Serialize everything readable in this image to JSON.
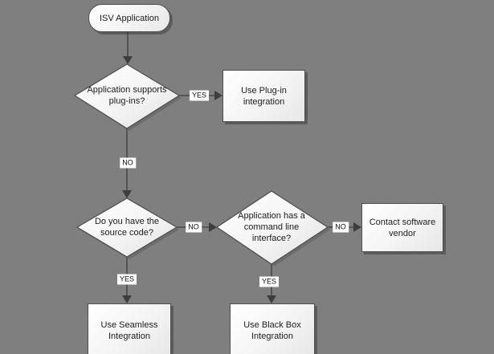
{
  "colors": {
    "background": "#7f7f7f",
    "shape_fill_top": "#ffffff",
    "shape_fill_bottom": "#e7e7e7",
    "shape_border": "#4e4e4e",
    "connector": "#3d3d3d",
    "shadow": "#5a5a5a",
    "label_background": "#ffffff",
    "text": "#1c1c1c"
  },
  "nodes": {
    "start": {
      "type": "terminator",
      "label": "ISV Application"
    },
    "plugins_decision": {
      "type": "decision",
      "lines": [
        "Application supports",
        "plug-ins?"
      ]
    },
    "source_decision": {
      "type": "decision",
      "lines": [
        "Do you have the",
        "source code?"
      ]
    },
    "cli_decision": {
      "type": "decision",
      "lines": [
        "Application has a",
        "command line",
        "interface?"
      ]
    },
    "plugin_box": {
      "type": "process",
      "lines": [
        "Use Plug-in",
        "integration"
      ]
    },
    "vendor_box": {
      "type": "process",
      "lines": [
        "Contact software",
        "vendor"
      ]
    },
    "seamless_box": {
      "type": "process",
      "lines": [
        "Use Seamless",
        "Integration"
      ]
    },
    "blackbox_box": {
      "type": "process",
      "lines": [
        "Use Black Box",
        "Integration"
      ]
    }
  },
  "edges": [
    {
      "from": "start",
      "to": "plugins_decision",
      "label": ""
    },
    {
      "from": "plugins_decision",
      "to": "plugin_box",
      "label": "YES"
    },
    {
      "from": "plugins_decision",
      "to": "source_decision",
      "label": "NO"
    },
    {
      "from": "source_decision",
      "to": "cli_decision",
      "label": "NO"
    },
    {
      "from": "source_decision",
      "to": "seamless_box",
      "label": "YES"
    },
    {
      "from": "cli_decision",
      "to": "vendor_box",
      "label": "NO"
    },
    {
      "from": "cli_decision",
      "to": "blackbox_box",
      "label": "YES"
    }
  ]
}
